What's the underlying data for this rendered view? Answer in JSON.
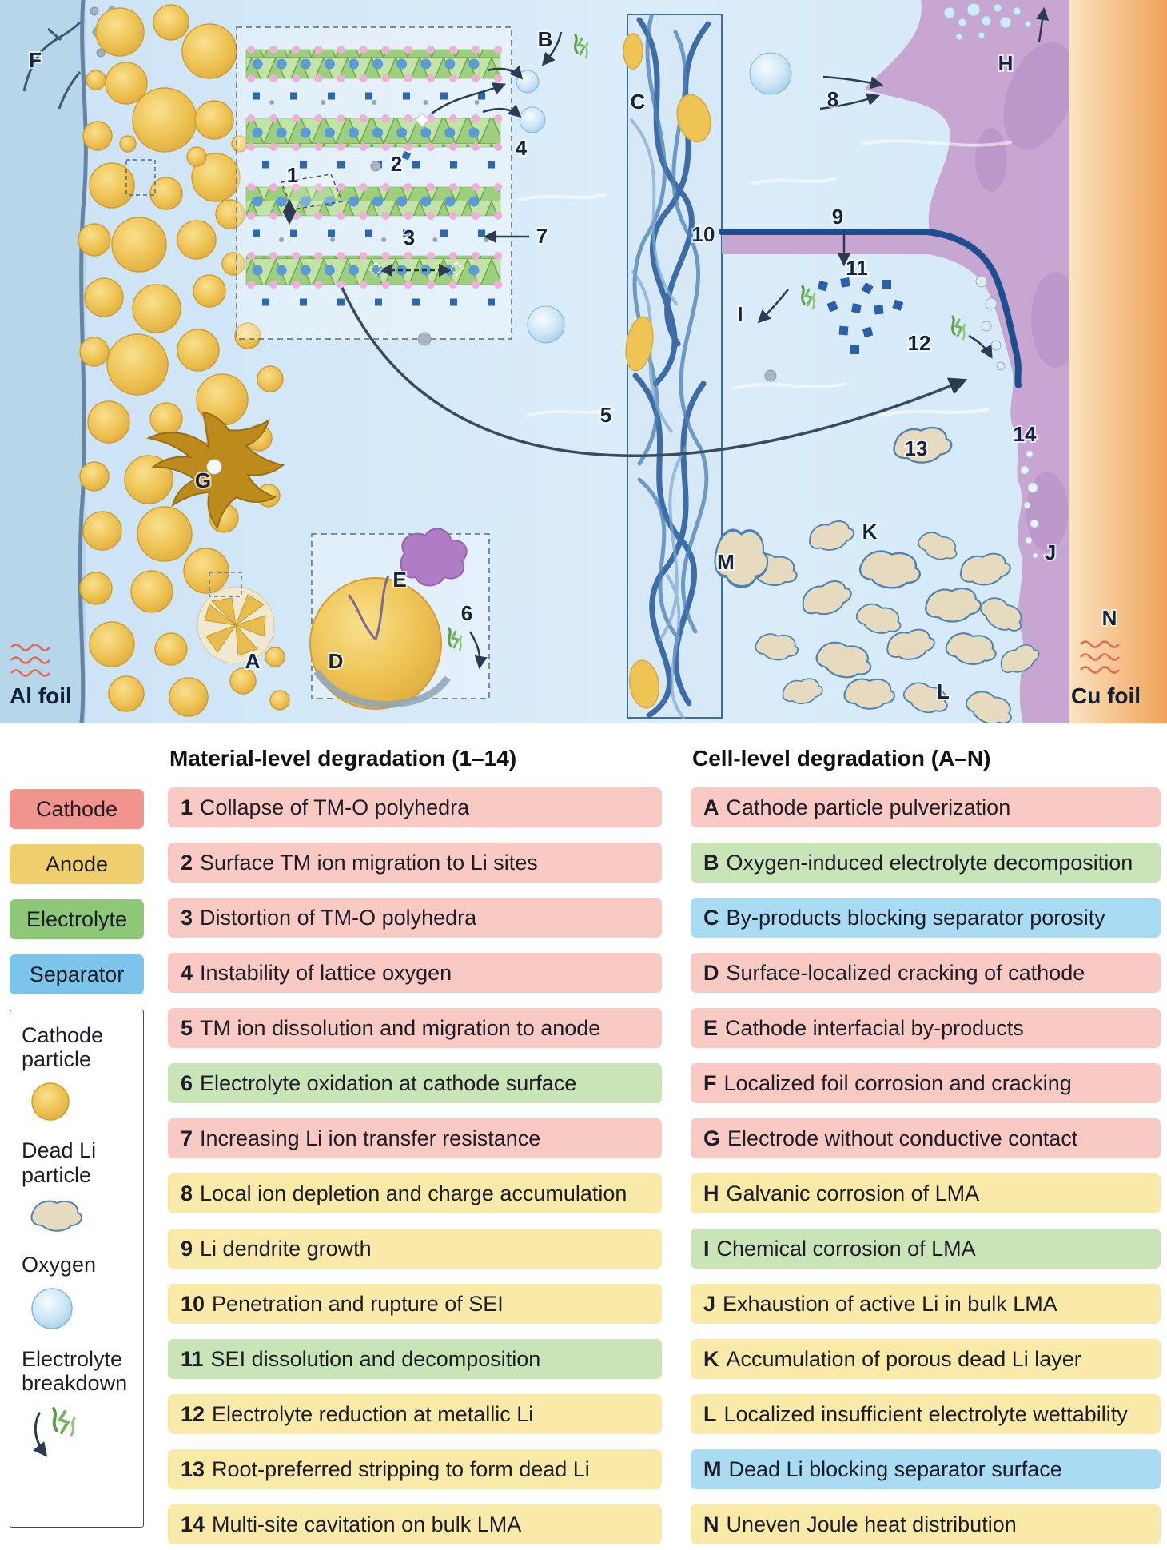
{
  "colors": {
    "cathode_swatch": "#f0948d",
    "anode_swatch": "#efce6d",
    "electrolyte_swatch": "#8cc878",
    "separator_swatch": "#7dc4ea",
    "item_cathode_bg": "#f9c9c3",
    "item_anode_bg": "#faeaa9",
    "item_electrolyte_bg": "#c9e5b8",
    "item_separator_bg": "#a9dcf3",
    "anode_particle": "#eec455",
    "lma_purple": "#c7a6d2",
    "sei_blue": "#1d4f8f",
    "cu_foil_orange": "#f2a963",
    "al_foil_blue": "#b7d6ea"
  },
  "diagram": {
    "labels": {
      "F": "F",
      "G": "G",
      "A": "A",
      "B": "B",
      "C": "C",
      "D": "D",
      "E": "E",
      "H": "H",
      "I": "I",
      "J": "J",
      "K": "K",
      "L": "L",
      "M": "M",
      "N": "N",
      "n1": "1",
      "n2": "2",
      "n3": "3",
      "n4": "4",
      "n5": "5",
      "n6": "6",
      "n7": "7",
      "n8": "8",
      "n9": "9",
      "n10": "10",
      "n11": "11",
      "n12": "12",
      "n13": "13",
      "n14": "14",
      "al_foil": "Al foil",
      "cu_foil": "Cu foil"
    }
  },
  "key": {
    "swatches": [
      {
        "label": "Cathode",
        "color": "#f0948d"
      },
      {
        "label": "Anode",
        "color": "#efce6d"
      },
      {
        "label": "Electrolyte",
        "color": "#8cc878"
      },
      {
        "label": "Separator",
        "color": "#7dc4ea"
      }
    ],
    "symbols": [
      {
        "label": "Cathode particle",
        "icon": "cathode-particle-icon"
      },
      {
        "label": "Dead Li particle",
        "icon": "dead-li-particle-icon"
      },
      {
        "label": "Oxygen",
        "icon": "oxygen-icon"
      },
      {
        "label": "Electrolyte breakdown",
        "icon": "electrolyte-breakdown-icon"
      }
    ]
  },
  "material_level": {
    "title": "Material-level degradation (1–14)",
    "items": [
      {
        "num": "1",
        "text": "Collapse of TM-O polyhedra",
        "cat": "cathode"
      },
      {
        "num": "2",
        "text": "Surface TM ion migration to Li sites",
        "cat": "cathode"
      },
      {
        "num": "3",
        "text": "Distortion of TM-O polyhedra",
        "cat": "cathode"
      },
      {
        "num": "4",
        "text": "Instability of lattice oxygen",
        "cat": "cathode"
      },
      {
        "num": "5",
        "text": "TM ion dissolution and migration to anode",
        "cat": "cathode"
      },
      {
        "num": "6",
        "text": "Electrolyte oxidation at cathode surface",
        "cat": "electrolyte"
      },
      {
        "num": "7",
        "text": "Increasing Li ion transfer resistance",
        "cat": "cathode"
      },
      {
        "num": "8",
        "text": "Local ion depletion and charge accumulation",
        "cat": "anode"
      },
      {
        "num": "9",
        "text": "Li dendrite growth",
        "cat": "anode"
      },
      {
        "num": "10",
        "text": "Penetration and rupture of SEI",
        "cat": "anode"
      },
      {
        "num": "11",
        "text": "SEI dissolution and decomposition",
        "cat": "electrolyte"
      },
      {
        "num": "12",
        "text": "Electrolyte reduction at metallic Li",
        "cat": "anode"
      },
      {
        "num": "13",
        "text": "Root-preferred stripping to form dead Li",
        "cat": "anode"
      },
      {
        "num": "14",
        "text": "Multi-site cavitation on bulk LMA",
        "cat": "anode"
      }
    ]
  },
  "cell_level": {
    "title": "Cell-level degradation (A–N)",
    "items": [
      {
        "num": "A",
        "text": "Cathode particle pulverization",
        "cat": "cathode"
      },
      {
        "num": "B",
        "text": "Oxygen-induced electrolyte decomposition",
        "cat": "electrolyte"
      },
      {
        "num": "C",
        "text": "By-products blocking separator porosity",
        "cat": "separator"
      },
      {
        "num": "D",
        "text": "Surface-localized cracking of cathode",
        "cat": "cathode"
      },
      {
        "num": "E",
        "text": "Cathode interfacial by-products",
        "cat": "cathode"
      },
      {
        "num": "F",
        "text": "Localized foil corrosion and cracking",
        "cat": "cathode"
      },
      {
        "num": "G",
        "text": "Electrode without conductive contact",
        "cat": "cathode"
      },
      {
        "num": "H",
        "text": "Galvanic corrosion of LMA",
        "cat": "anode"
      },
      {
        "num": "I",
        "text": "Chemical corrosion of LMA",
        "cat": "electrolyte"
      },
      {
        "num": "J",
        "text": "Exhaustion of active Li in bulk LMA",
        "cat": "anode"
      },
      {
        "num": "K",
        "text": "Accumulation of porous dead Li layer",
        "cat": "anode"
      },
      {
        "num": "L",
        "text": "Localized insufficient electrolyte wettability",
        "cat": "anode"
      },
      {
        "num": "M",
        "text": "Dead Li blocking separator surface",
        "cat": "separator"
      },
      {
        "num": "N",
        "text": "Uneven Joule heat distribution",
        "cat": "anode"
      }
    ]
  }
}
